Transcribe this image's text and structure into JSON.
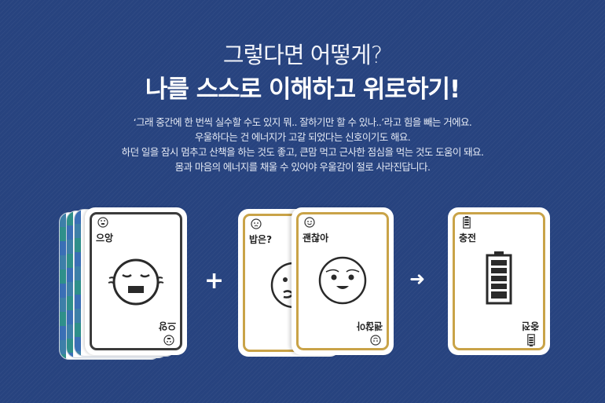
{
  "header": {
    "subtitle": "그렇다면 어떻게?",
    "title": "나를 스스로 이해하고 위로하기!"
  },
  "paragraph": [
    "‘그래 중간에 한 번씩 실수할 수도 있지 뭐.. 잘하기만 할 수 있나..’라고 힘을 빼는 거에요.",
    "우울하다는 건 에너지가 고갈 되었다는 신호이기도 해요.",
    "하던 일을 잠시 멈추고 산책을 하는 것도 좋고, 큰맘 먹고 근사한 점심을 먹는 것도 도움이 돼요.",
    "몸과 마음의 에너지를 채울 수 있어야 우울감이 절로 사라진답니다."
  ],
  "cards": {
    "crying": {
      "label": "으앙",
      "icon": "crying-face-icon"
    },
    "hungry": {
      "label": "밥은?",
      "icon": "hungry-face-icon"
    },
    "okay": {
      "label": "괜찮아",
      "icon": "smiling-face-icon"
    },
    "charge": {
      "label": "충전",
      "icon": "battery-full-icon"
    }
  },
  "operators": {
    "plus": "+",
    "arrow": "➜"
  },
  "colors": {
    "background": "#27437f",
    "gold_border": "#c9a348",
    "dark_border": "#3b3b3b",
    "stack_stripes": [
      "#3d7fa8",
      "#2f8f8a",
      "#3a6fb5"
    ]
  }
}
